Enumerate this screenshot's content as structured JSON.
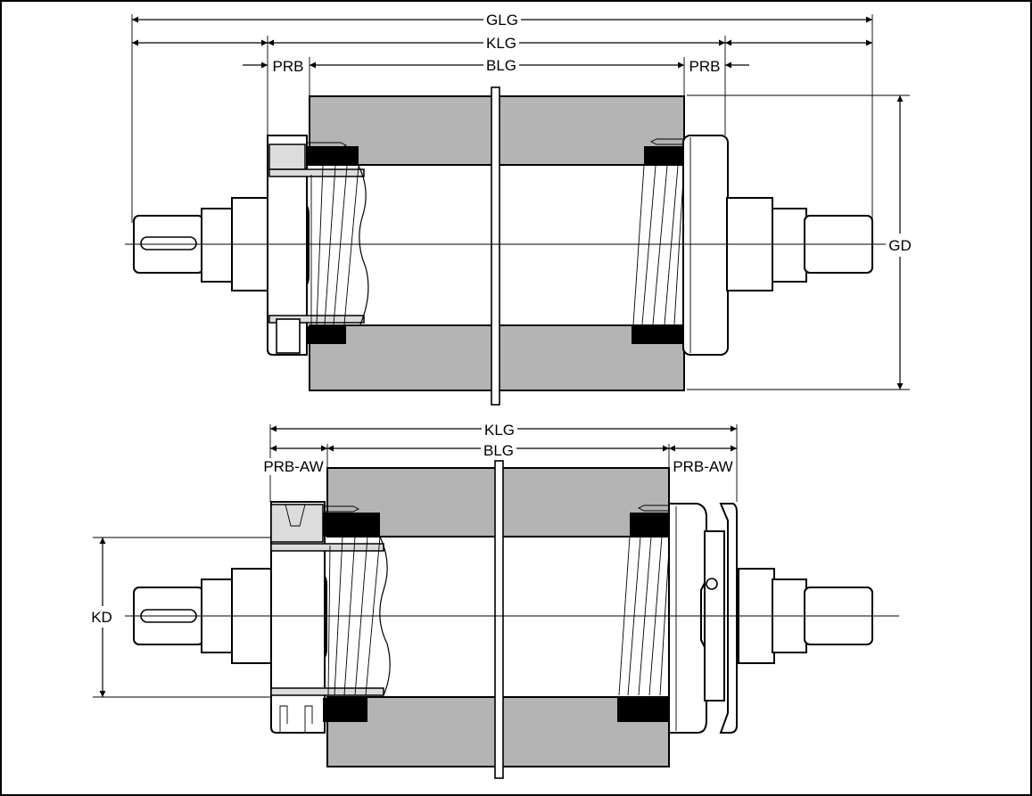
{
  "labels": {
    "glg": "GLG",
    "klg_top": "KLG",
    "blg_top": "BLG",
    "prb_left": "PRB",
    "prb_right": "PRB",
    "gd": "GD",
    "klg_bottom": "KLG",
    "blg_bottom": "BLG",
    "prb_aw_left": "PRB-AW",
    "prb_aw_right": "PRB-AW",
    "kd": "KD"
  }
}
